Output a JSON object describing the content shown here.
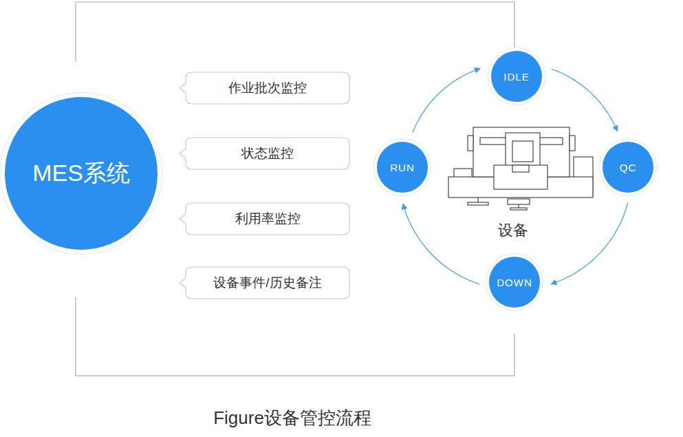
{
  "diagram": {
    "caption": "Figure设备管控流程",
    "nodes": [
      {
        "text": [
          "MES系统"
        ]
      },
      {
        "text": [
          "作业批次监控"
        ]
      },
      {
        "text": [
          "状态监控"
        ]
      },
      {
        "text": [
          "利用率监控"
        ]
      },
      {
        "text": [
          "设备事件/历史备注"
        ]
      },
      {
        "text": [
          "IDLE"
        ]
      },
      {
        "text": [
          "RUN"
        ]
      },
      {
        "text": [
          "QC"
        ]
      },
      {
        "text": [
          "DOWN"
        ]
      }
    ],
    "edges": [
      {
        "from": 5,
        "to": 7,
        "arrow": "to"
      },
      {
        "from": 7,
        "to": 8,
        "arrow": "to"
      },
      {
        "from": 8,
        "to": 6,
        "arrow": "to"
      },
      {
        "from": 6,
        "to": 5,
        "arrow": "to"
      }
    ],
    "labels": [
      "设备"
    ]
  }
}
